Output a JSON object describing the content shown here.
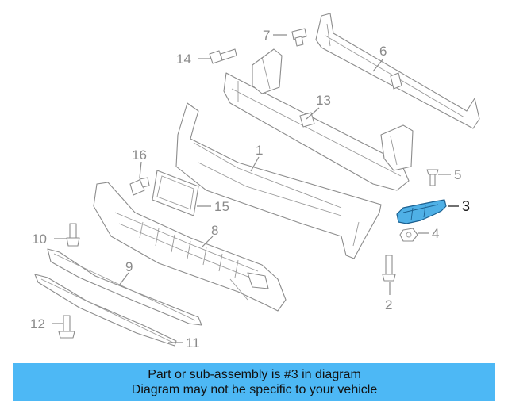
{
  "diagram": {
    "highlight_color": "#4fb0e6",
    "line_color": "#8c8c8c",
    "callouts": {
      "c1": "1",
      "c2": "2",
      "c3": "3",
      "c4": "4",
      "c5": "5",
      "c6": "6",
      "c7": "7",
      "c8": "8",
      "c9": "9",
      "c10": "10",
      "c11": "11",
      "c12": "12",
      "c13": "13",
      "c14": "14",
      "c15": "15",
      "c16": "16"
    },
    "highlighted_callout": "3"
  },
  "banner": {
    "background": "#4db8f5",
    "line1": "Part or sub-assembly is #3 in diagram",
    "line2": "Diagram may not be specific to your vehicle"
  }
}
